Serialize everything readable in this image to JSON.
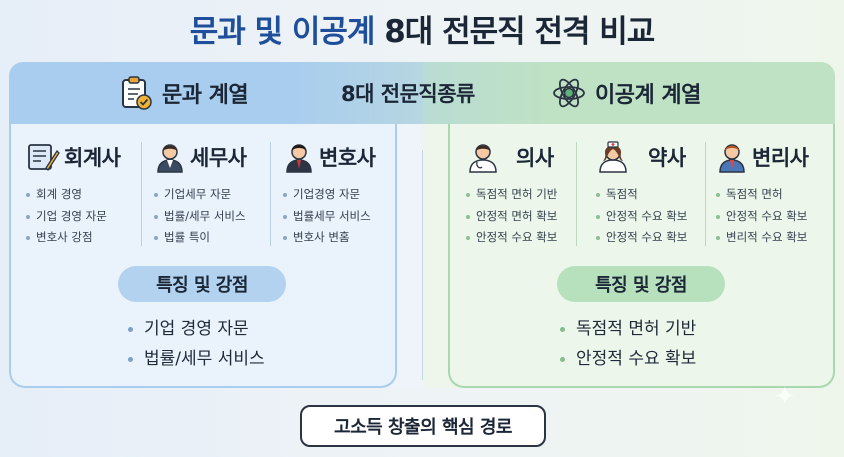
{
  "title": {
    "part1": "문과 및 이공계",
    "part2": "8대 전문직 전격 비교"
  },
  "header": {
    "left": "문과 계열",
    "center": "8대 전문직종류",
    "right": "이공계 계열"
  },
  "humanities": {
    "jobs": [
      {
        "name": "회계사",
        "icon": "ledger-pen-icon",
        "points": [
          "회계 경영",
          "기업 경영 자문",
          "변호사 강점"
        ]
      },
      {
        "name": "세무사",
        "icon": "businessman-icon",
        "points": [
          "기업세무 자문",
          "법률/세무 서비스",
          "법률 특이"
        ]
      },
      {
        "name": "변호사",
        "icon": "lawyer-icon",
        "points": [
          "기업경영 자문",
          "법률세무 서비스",
          "변호사 변홈"
        ]
      }
    ],
    "strength_label": "특징 및 강점",
    "strengths": [
      "기업 경영 자문",
      "법률/세무 서비스"
    ]
  },
  "science": {
    "jobs": [
      {
        "name": "의사",
        "icon": "doctor-icon",
        "points": [
          "독점적 면허 기반",
          "안정적 면허 확보",
          "안정적 수요 확보"
        ]
      },
      {
        "name": "약사",
        "icon": "pharmacist-icon",
        "points": [
          "독점적",
          "안정적 수요 확보",
          "안정적 수요 확보"
        ]
      },
      {
        "name": "변리사",
        "icon": "patent-attorney-icon",
        "points": [
          "독점적 면허",
          "안정적 수요 확보",
          "변리적 수요 확보"
        ]
      }
    ],
    "strength_label": "특징 및 강점",
    "strengths": [
      "독점적 면허 기반",
      "안정적 수요 확보"
    ]
  },
  "footer": {
    "label": "고소득 창출의 핵심 경로"
  },
  "colors": {
    "title_blue": "#1f4f9a",
    "humanities": "#a9cdee",
    "science": "#bfe2c4"
  }
}
